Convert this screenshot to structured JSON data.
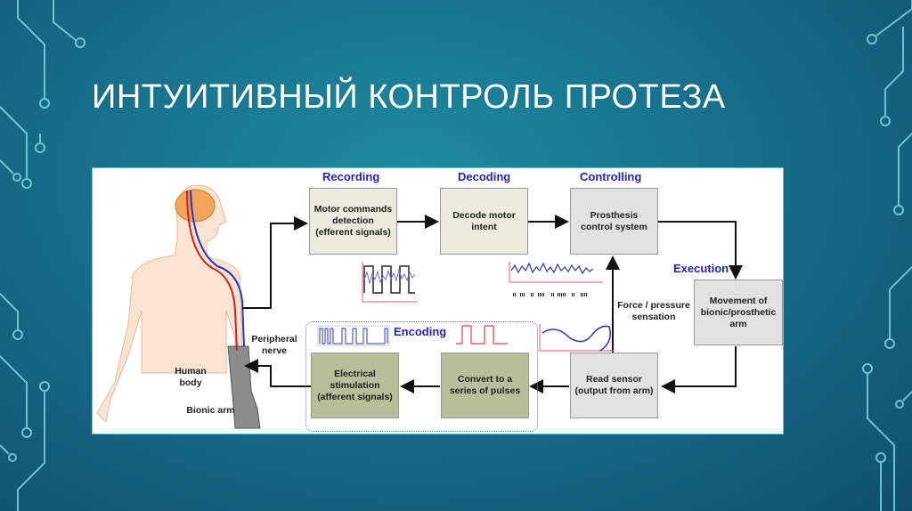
{
  "slide": {
    "title": "ИНТУИТИВНЫЙ КОНТРОЛЬ ПРОТЕЗА"
  },
  "diagram": {
    "stages": {
      "recording": "Recording",
      "decoding": "Decoding",
      "controlling": "Controlling",
      "execution": "Execution",
      "encoding": "Encoding"
    },
    "boxes": {
      "motor": "Motor commands detection (efferent signals)",
      "decode": "Decode motor intent",
      "control": "Prosthesis control system",
      "movement": "Movement of bionic/prosthetic arm",
      "sensor": "Read sensor (output from arm)",
      "convert": "Convert to a series of pulses",
      "stimulation": "Electrical stimulation (afferent signals)"
    },
    "labels": {
      "force": "Force / pressure sensation",
      "human_body": "Human body",
      "bionic_arm": "Bionic arm",
      "peripheral_nerve": "Peripheral nerve"
    },
    "colors": {
      "stage": "#2323b8",
      "efferent": "#2233cc",
      "afferent": "#cc2222"
    }
  }
}
